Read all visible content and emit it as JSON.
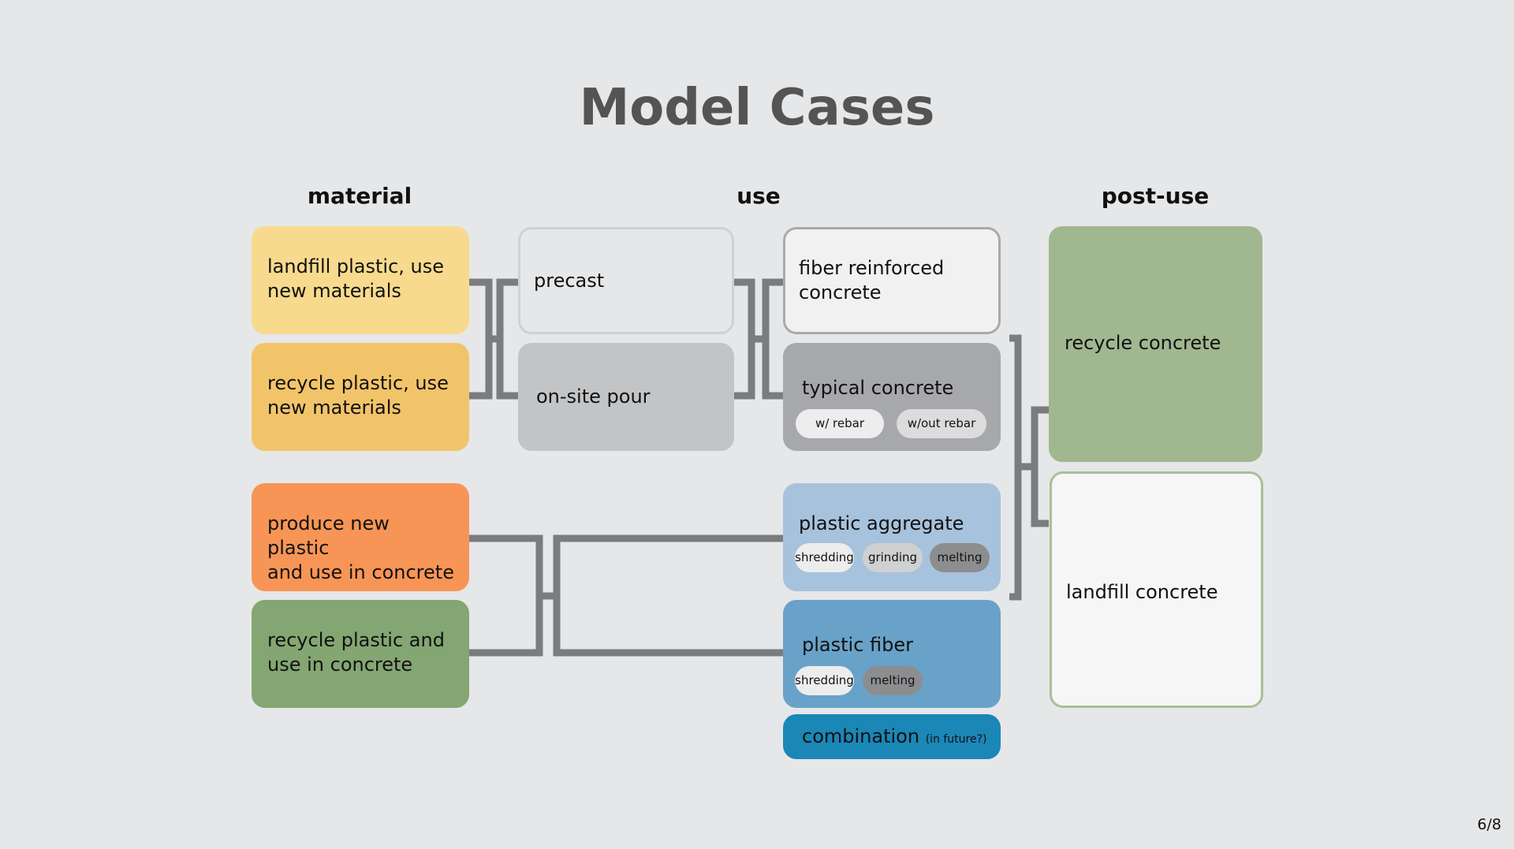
{
  "title": "Model Cases",
  "columns": {
    "material": "material",
    "use": "use",
    "post_use": "post-use"
  },
  "material": {
    "landfill_plastic": {
      "line1": "landfill plastic, use",
      "line2": "new materials"
    },
    "recycle_plastic_new": {
      "line1": "recycle plastic, use",
      "line2": "new materials"
    },
    "produce_new_plastic": {
      "line1": "produce new plastic",
      "line2": "and use in concrete"
    },
    "recycle_plastic_concrete": {
      "line1": "recycle plastic and",
      "line2": "use in concrete"
    }
  },
  "method": {
    "precast": "precast",
    "onsite": "on-site pour"
  },
  "concrete": {
    "fiber_reinforced": {
      "line1": "fiber reinforced",
      "line2": "concrete"
    },
    "typical": {
      "label": "typical concrete",
      "options": [
        "w/ rebar",
        "w/out rebar"
      ]
    },
    "plastic_aggregate": {
      "label": "plastic aggregate",
      "options": [
        "shredding",
        "grinding",
        "melting"
      ]
    },
    "plastic_fiber": {
      "label": "plastic fiber",
      "options": [
        "shredding",
        "melting"
      ]
    },
    "combination": {
      "label": "combination",
      "note": "(in future?)"
    }
  },
  "post_use": {
    "recycle": "recycle concrete",
    "landfill": "landfill concrete"
  },
  "page": "6/8",
  "colors": {
    "background": "#e6e7e9",
    "light_yellow": "#f7da8d",
    "yellow": "#f2c46a",
    "orange": "#f79556",
    "green": "#84a672",
    "sage": "#a1b78f",
    "light_blue": "#a7c2dc",
    "mid_blue": "#69a2c8",
    "deep_blue": "#1a87b6",
    "connector": "#7b7c7e"
  }
}
